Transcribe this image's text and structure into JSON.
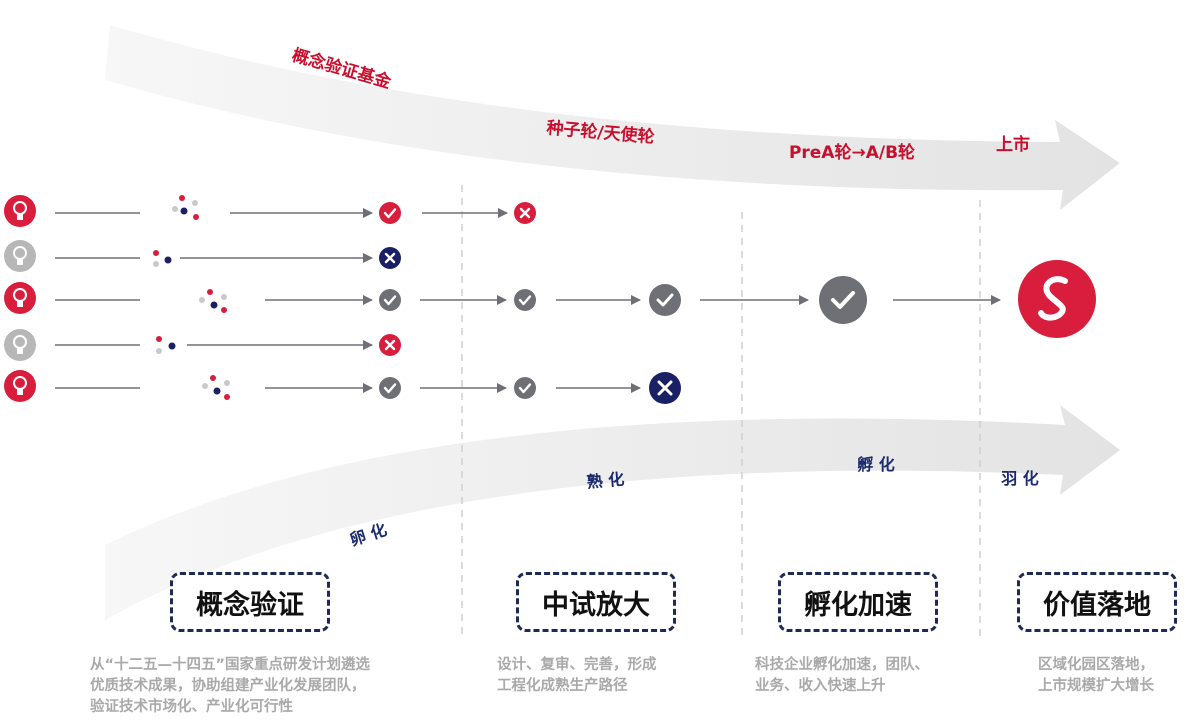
{
  "funding_stages": [
    "概念验证基金",
    "种子轮/天使轮",
    "PreA轮→A/B轮",
    "上市"
  ],
  "growth_stages": [
    "卵 化",
    "熟 化",
    "孵 化",
    "羽 化"
  ],
  "phases": [
    {
      "title": "概念验证",
      "description": [
        "从“十二五—十四五”国家重点研发计划遴选",
        "优质技术成果，协助组建产业化发展团队，",
        "验证技术市场化、产业化可行性"
      ]
    },
    {
      "title": "中试放大",
      "description": [
        "设计、复审、完善，形成",
        "工程化成熟生产路径"
      ]
    },
    {
      "title": "孵化加速",
      "description": [
        "科技企业孵化加速，团队、",
        "业务、收入快速上升"
      ]
    },
    {
      "title": "价值落地",
      "description": [
        "区域化园区落地，",
        "上市规模扩大增长"
      ]
    }
  ],
  "colors": {
    "red": "#d81e3c",
    "navy": "#1a2066",
    "gray": "#6e7076",
    "light_gray": "#b7b7b7",
    "funding_text": "#c8102e",
    "growth_text": "#1a2a6c"
  },
  "icons": {
    "idea": "lightbulb-icon",
    "passed": "check-icon",
    "failed": "x-icon",
    "final": "company-logo-icon"
  }
}
